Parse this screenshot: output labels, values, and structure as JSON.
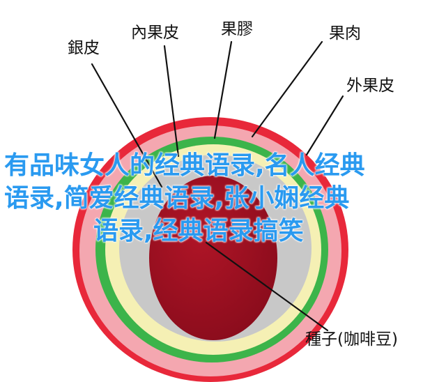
{
  "labels": {
    "silver_skin": "銀皮",
    "endocarp": "內果皮",
    "mucilage": "果膠",
    "pulp": "果肉",
    "exocarp": "外果皮",
    "seed": "種子(咖啡豆)"
  },
  "overlay_title": {
    "line1": "有品味女人的经典语录,名人经典",
    "line2": "语录,简爱经典语录,张小娴经典",
    "line3": "语录,经典语录搞笑"
  },
  "colors": {
    "exocarp": "#e8283a",
    "pulp": "#f4a7b0",
    "mucilage": "#3cb44a",
    "endocarp": "#f5f0b4",
    "silver_skin": "#c8c8c8",
    "seed": "#9b1021",
    "title_text": "#2a9af0"
  }
}
